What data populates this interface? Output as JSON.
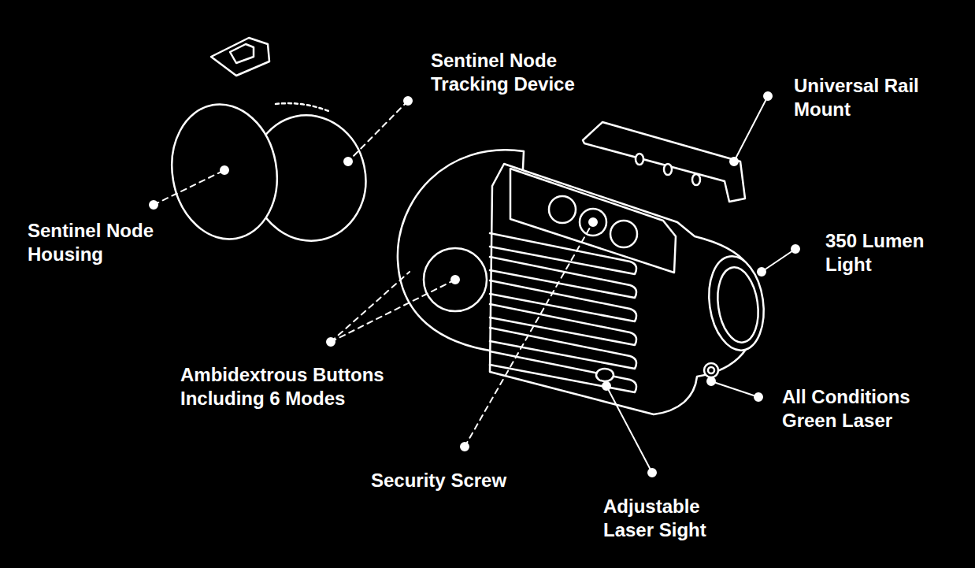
{
  "diagram": {
    "labels": [
      "Sentinel Node Tracking Device",
      "Universal Rail Mount",
      "Sentinel Node Housing",
      "350 Lumen Light",
      "Ambidextrous Buttons Including 6 Modes",
      "All Conditions Green Laser",
      "Security Screw",
      "Adjustable Laser Sight"
    ]
  }
}
